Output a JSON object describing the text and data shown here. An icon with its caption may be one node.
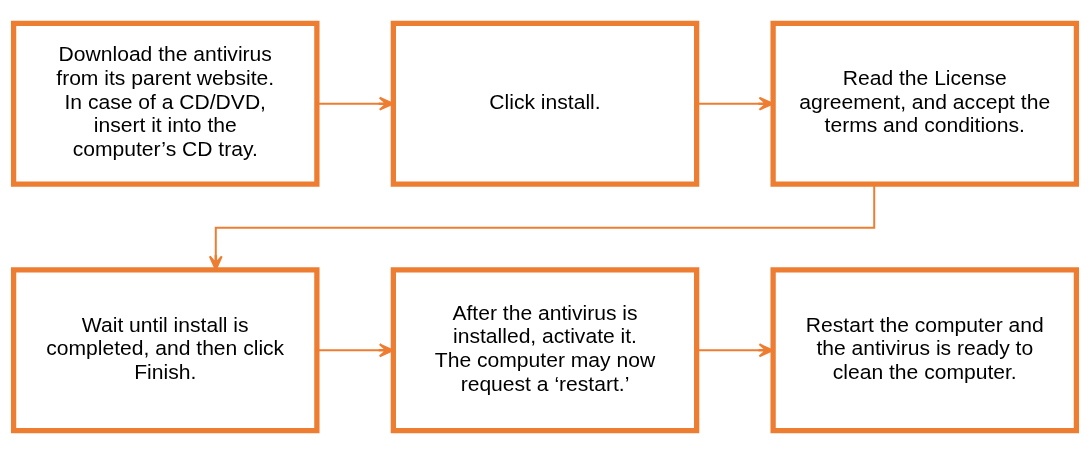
{
  "diagram": {
    "nodes": [
      {
        "text": [
          "Download the antivirus from its parent website. In case of a CD/DVD, insert it into the computer’s CD tray."
        ]
      },
      {
        "text": [
          "Click install."
        ]
      },
      {
        "text": [
          "Read the License agreement, and accept the terms and conditions."
        ]
      },
      {
        "text": [
          "Wait until install is completed, and then click Finish."
        ]
      },
      {
        "text": [
          "After the antivirus is installed, activate it. The computer may now request a ‘restart.’"
        ]
      },
      {
        "text": [
          "Restart the computer and the antivirus is ready to clean the computer."
        ]
      }
    ],
    "edges": [
      {
        "from": 0,
        "to": 1,
        "arrow": "to"
      },
      {
        "from": 1,
        "to": 2,
        "arrow": "to"
      },
      {
        "from": 2,
        "to": 3,
        "arrow": "to"
      },
      {
        "from": 3,
        "to": 4,
        "arrow": "to"
      },
      {
        "from": 4,
        "to": 5,
        "arrow": "to"
      }
    ]
  }
}
